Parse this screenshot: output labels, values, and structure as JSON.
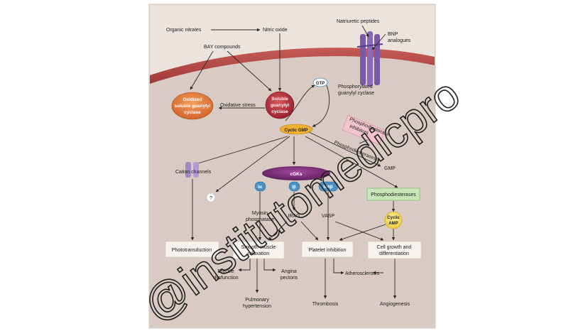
{
  "labels": {
    "organic_nitrates": "Organic nitrates",
    "nitric_oxide": "Nitric oxide",
    "natriuretic_peptides": "Natriuretic peptides",
    "bnp_analogues_1": "BNP",
    "bnp_analogues_2": "analogues",
    "bay_compounds": "BAY compounds",
    "oxidized_sgc_1": "Oxidized",
    "oxidized_sgc_2": "soluble guanylyl",
    "oxidized_sgc_3": "cyclase",
    "oxidative_stress": "Oxidative stress",
    "soluble_gc_1": "Soluble",
    "soluble_gc_2": "guanylyl",
    "soluble_gc_3": "cyclase",
    "gtp": "GTP",
    "phosphorylated_gc_1": "Phosphorylated",
    "phosphorylated_gc_2": "guanylyl cyclase",
    "cyclic_gmp": "Cyclic GMP",
    "pde_inhibitors_1": "Phosphodiesterase",
    "pde_inhibitors_2": "inhibitors",
    "phosphodiesterases_diag": "Phosphodiesterases",
    "gmp": "GMP",
    "cation_channels": "Cation channels",
    "question": "?",
    "cgks": "cGKs",
    "i_alpha": "Iα",
    "i_beta": "Iβ",
    "i_alpha_beta": "Iα/Iβ",
    "phosphodiesterases_box": "Phosphodiesterases",
    "cyclic_amp_1": "Cyclic",
    "cyclic_amp_2": "AMP",
    "myosin_1": "Myosin",
    "myosin_2": "phosphatase",
    "irag": "IRAG",
    "vasp": "VASP",
    "phototransduction": "Phototransduction",
    "smooth_muscle_1": "Smooth-muscle",
    "smooth_muscle_2": "relaxation",
    "platelet_inhibition": "Platelet inhibition",
    "cell_growth_1": "Cell growth and",
    "cell_growth_2": "differentiation",
    "erectile_1": "Erectile",
    "erectile_2": "dysfunction",
    "angina_1": "Angina",
    "angina_2": "pectoris",
    "atherosclerosis": "Atherosclerosis",
    "pulmonary_1": "Pulmonary",
    "pulmonary_2": "hypertension",
    "thrombosis": "Thrombosis",
    "angiogenesis": "Angiogenesis"
  },
  "watermark": "@institutomedicpro",
  "colors": {
    "background_panel": "#ebe3dc",
    "cell_membrane": "#b84a48",
    "cytoplasm": "#d9cbc3",
    "oxidized_gc": "#e0763a",
    "soluble_gc": "#b8323a",
    "cgks": "#7a2a78",
    "kinase_isoforms": "#4a90c4",
    "cyclic_gmp": "#f0b030",
    "pde_inhibitor": "#f4c4cc",
    "pde_box": "#c8e6b8",
    "cyclic_amp": "#f0d870",
    "receptor": "#7a5aa8"
  }
}
